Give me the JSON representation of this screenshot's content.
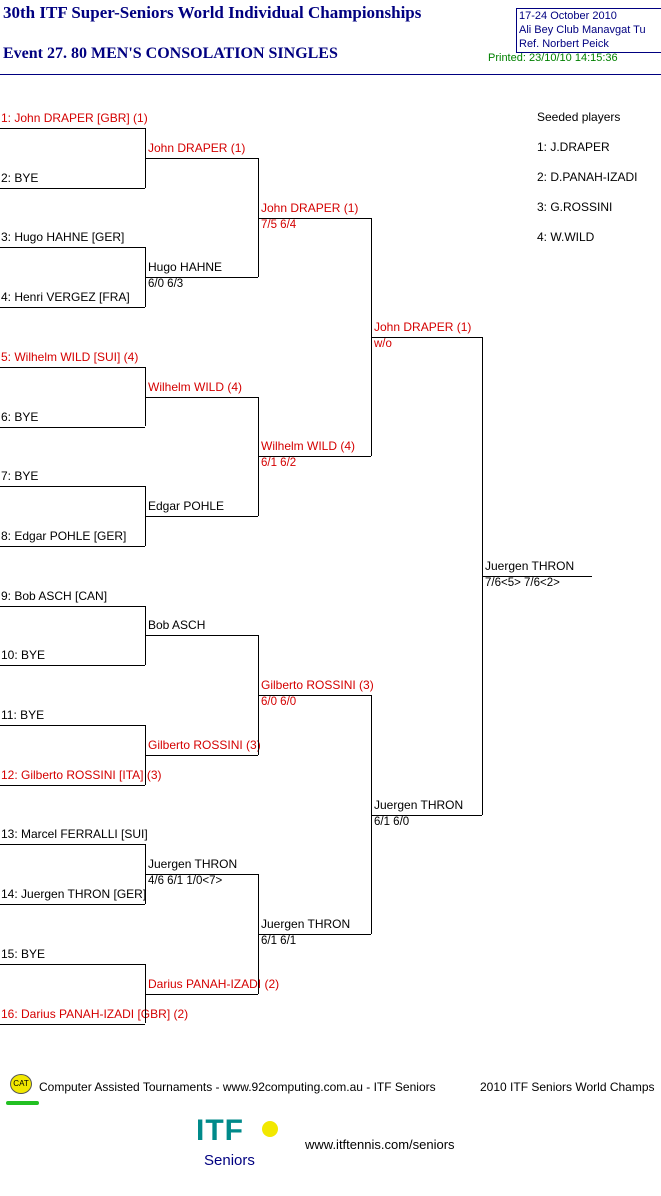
{
  "header": {
    "title": "30th ITF Super-Seniors World Individual Championships",
    "event": "Event 27. 80 MEN'S CONSOLATION SINGLES",
    "dates": "17-24 October 2010",
    "venue": "Ali Bey Club Manavgat   Tu",
    "referee": "Ref. Norbert Peick",
    "printed": "Printed: 23/10/10 14:15:36"
  },
  "round1": [
    {
      "label": "1: John DRAPER [GBR] (1)",
      "seeded": true
    },
    {
      "label": "2: BYE",
      "seeded": false
    },
    {
      "label": "3: Hugo HAHNE [GER]",
      "seeded": false
    },
    {
      "label": "4: Henri VERGEZ [FRA]",
      "seeded": false
    },
    {
      "label": "5: Wilhelm WILD [SUI] (4)",
      "seeded": true
    },
    {
      "label": "6: BYE",
      "seeded": false
    },
    {
      "label": "7: BYE",
      "seeded": false
    },
    {
      "label": "8: Edgar POHLE [GER]",
      "seeded": false
    },
    {
      "label": "9: Bob ASCH [CAN]",
      "seeded": false
    },
    {
      "label": "10: BYE",
      "seeded": false
    },
    {
      "label": "11: BYE",
      "seeded": false
    },
    {
      "label": "12: Gilberto ROSSINI [ITA] (3)",
      "seeded": true
    },
    {
      "label": "13: Marcel FERRALLI [SUI]",
      "seeded": false
    },
    {
      "label": "14: Juergen THRON [GER]",
      "seeded": false
    },
    {
      "label": "15: BYE",
      "seeded": false
    },
    {
      "label": "16: Darius PANAH-IZADI [GBR] (2)",
      "seeded": true
    }
  ],
  "round2": [
    {
      "name": "John DRAPER (1)",
      "score": "",
      "seeded": true
    },
    {
      "name": "Hugo HAHNE",
      "score": "6/0 6/3",
      "seeded": false
    },
    {
      "name": "Wilhelm WILD (4)",
      "score": "",
      "seeded": true
    },
    {
      "name": "Edgar POHLE",
      "score": "",
      "seeded": false
    },
    {
      "name": "Bob ASCH",
      "score": "",
      "seeded": false
    },
    {
      "name": "Gilberto ROSSINI (3)",
      "score": "",
      "seeded": true
    },
    {
      "name": "Juergen THRON",
      "score": "4/6 6/1 1/0<7>",
      "seeded": false
    },
    {
      "name": "Darius PANAH-IZADI (2)",
      "score": "",
      "seeded": true
    }
  ],
  "round3": [
    {
      "name": "John DRAPER (1)",
      "score": "7/5 6/4",
      "seeded": true
    },
    {
      "name": "Wilhelm WILD (4)",
      "score": "6/1 6/2",
      "seeded": true
    },
    {
      "name": "Gilberto ROSSINI (3)",
      "score": "6/0 6/0",
      "seeded": true
    },
    {
      "name": "Juergen THRON",
      "score": "6/1 6/1",
      "seeded": false
    }
  ],
  "round4": [
    {
      "name": "John DRAPER (1)",
      "score": "w/o",
      "seeded": true
    },
    {
      "name": "Juergen THRON",
      "score": "6/1 6/0",
      "seeded": false
    }
  ],
  "winner": {
    "name": "Juergen THRON",
    "score": "7/6<5> 7/6<2>"
  },
  "seeds": {
    "heading": "Seeded players",
    "list": [
      "1: J.DRAPER",
      "2: D.PANAH-IZADI",
      "3: G.ROSSINI",
      "4: W.WILD"
    ]
  },
  "footer": {
    "cat_badge": "CAT",
    "credit": "Computer Assisted Tournaments - www.92computing.com.au -  ITF Seniors",
    "champs": "2010 ITF Seniors World Champs",
    "logo_text": "ITF",
    "logo_sub": "Seniors",
    "url": "www.itftennis.com/seniors"
  },
  "colors": {
    "seeded": "#d40000",
    "header": "#000080",
    "printed": "#008000"
  }
}
